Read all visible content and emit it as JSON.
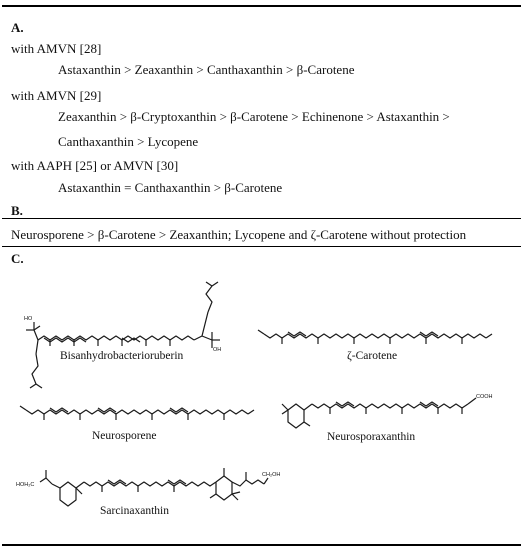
{
  "section_a": {
    "label": "A.",
    "groups": [
      {
        "method": "with AMVN [28]",
        "lines": [
          "Astaxanthin > Zeaxanthin > Canthaxanthin > β-Carotene"
        ]
      },
      {
        "method": "with AMVN [29]",
        "lines": [
          "Zeaxanthin > β-Cryptoxanthin > β-Carotene > Echinenone > Astaxanthin >",
          "Canthaxanthin > Lycopene"
        ]
      },
      {
        "method": "with AAPH [25] or AMVN [30]",
        "lines": [
          "Astaxanthin = Canthaxanthin > β-Carotene"
        ]
      }
    ]
  },
  "section_b": {
    "label": "B.",
    "text": "Neurosporene > β-Carotene > Zeaxanthin; Lycopene and ζ-Carotene without protection"
  },
  "section_c": {
    "label": "C.",
    "structures": [
      "Bisanhydrobacterioruberin",
      "ζ-Carotene",
      "Neurosporene",
      "Neurosporaxanthin",
      "Sarcinaxanthin"
    ],
    "group_labels": {
      "ho": "HO",
      "oh": "OH",
      "cooh": "COOH",
      "hoh2c": "HOH₂C",
      "ch2oh": "CH₂OH"
    }
  }
}
